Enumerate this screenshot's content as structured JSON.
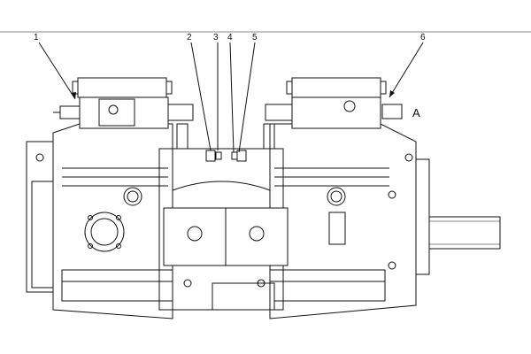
{
  "diagram": {
    "callouts": [
      {
        "id": "1",
        "label": "1"
      },
      {
        "id": "2",
        "label": "2"
      },
      {
        "id": "3",
        "label": "3"
      },
      {
        "id": "4",
        "label": "4"
      },
      {
        "id": "5",
        "label": "5"
      },
      {
        "id": "6",
        "label": "6"
      }
    ],
    "view_label": "A"
  }
}
